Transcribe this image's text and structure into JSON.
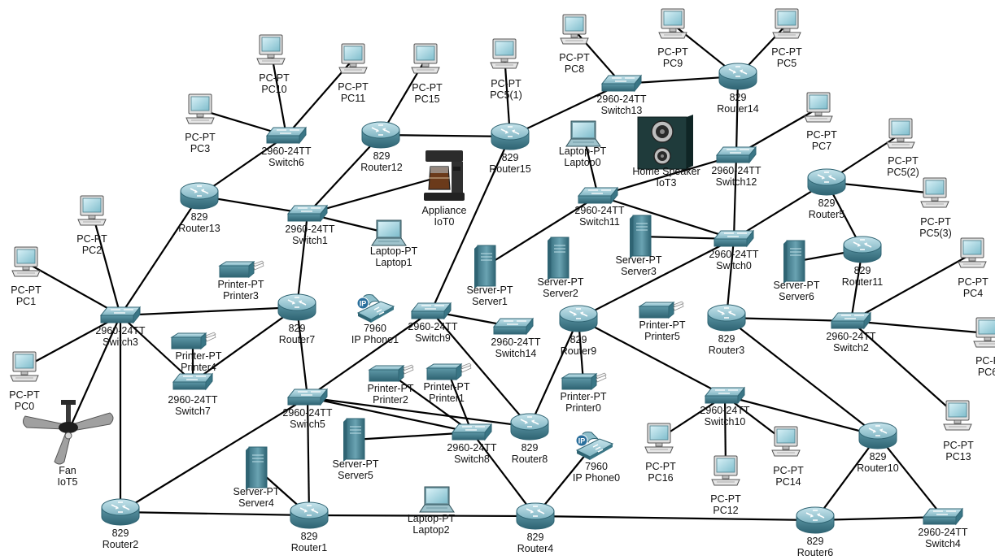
{
  "nodes": [
    {
      "id": "PC0",
      "type": "pc",
      "model": "PC-PT",
      "name": "PC0"
    },
    {
      "id": "PC1",
      "type": "pc",
      "model": "PC-PT",
      "name": "PC1"
    },
    {
      "id": "PC2",
      "type": "pc",
      "model": "PC-PT",
      "name": "PC2"
    },
    {
      "id": "PC3",
      "type": "pc",
      "model": "PC-PT",
      "name": "PC3"
    },
    {
      "id": "PC10",
      "type": "pc",
      "model": "PC-PT",
      "name": "PC10"
    },
    {
      "id": "PC11",
      "type": "pc",
      "model": "PC-PT",
      "name": "PC11"
    },
    {
      "id": "PC15",
      "type": "pc",
      "model": "PC-PT",
      "name": "PC15"
    },
    {
      "id": "PC51",
      "type": "pc",
      "model": "PC-PT",
      "name": "PC5(1)"
    },
    {
      "id": "PC8",
      "type": "pc",
      "model": "PC-PT",
      "name": "PC8"
    },
    {
      "id": "PC9",
      "type": "pc",
      "model": "PC-PT",
      "name": "PC9"
    },
    {
      "id": "PC5",
      "type": "pc",
      "model": "PC-PT",
      "name": "PC5"
    },
    {
      "id": "PC7",
      "type": "pc",
      "model": "PC-PT",
      "name": "PC7"
    },
    {
      "id": "PC52",
      "type": "pc",
      "model": "PC-PT",
      "name": "PC5(2)"
    },
    {
      "id": "PC53",
      "type": "pc",
      "model": "PC-PT",
      "name": "PC5(3)"
    },
    {
      "id": "PC4",
      "type": "pc",
      "model": "PC-PT",
      "name": "PC4"
    },
    {
      "id": "PC6",
      "type": "pc",
      "model": "PC-P",
      "name": "PC6"
    },
    {
      "id": "PC13",
      "type": "pc",
      "model": "PC-PT",
      "name": "PC13"
    },
    {
      "id": "PC16",
      "type": "pc",
      "model": "PC-PT",
      "name": "PC16"
    },
    {
      "id": "PC12",
      "type": "pc",
      "model": "PC-PT",
      "name": "PC12"
    },
    {
      "id": "PC14",
      "type": "pc",
      "model": "PC-PT",
      "name": "PC14"
    },
    {
      "id": "Switch0",
      "type": "switch",
      "model": "2960-24TT",
      "name": "Switch0"
    },
    {
      "id": "Switch1",
      "type": "switch",
      "model": "2960-24TT",
      "name": "Switch1"
    },
    {
      "id": "Switch2",
      "type": "switch",
      "model": "2960-24TT",
      "name": "Switch2"
    },
    {
      "id": "Switch3",
      "type": "switch",
      "model": "2960-24TT",
      "name": "Switch3"
    },
    {
      "id": "Switch4",
      "type": "switch",
      "model": "2960-24TT",
      "name": "Switch4"
    },
    {
      "id": "Switch5",
      "type": "switch",
      "model": "2960-24TT",
      "name": "Switch5"
    },
    {
      "id": "Switch6",
      "type": "switch",
      "model": "2960-24TT",
      "name": "Switch6"
    },
    {
      "id": "Switch7",
      "type": "switch",
      "model": "2960-24TT",
      "name": "Switch7"
    },
    {
      "id": "Switch8",
      "type": "switch",
      "model": "2960-24TT",
      "name": "Switch8"
    },
    {
      "id": "Switch9",
      "type": "switch",
      "model": "2960-24TT",
      "name": "Switch9"
    },
    {
      "id": "Switch10",
      "type": "switch",
      "model": "2960-24TT",
      "name": "Switch10"
    },
    {
      "id": "Switch11",
      "type": "switch",
      "model": "2960-24TT",
      "name": "Switch11"
    },
    {
      "id": "Switch12",
      "type": "switch",
      "model": "2960-24TT",
      "name": "Switch12"
    },
    {
      "id": "Switch13",
      "type": "switch",
      "model": "2960-24TT",
      "name": "Switch13"
    },
    {
      "id": "Switch14",
      "type": "switch",
      "model": "2960-24TT",
      "name": "Switch14"
    },
    {
      "id": "Router1",
      "type": "router",
      "model": "829",
      "name": "Router1"
    },
    {
      "id": "Router2",
      "type": "router",
      "model": "829",
      "name": "Router2"
    },
    {
      "id": "Router3",
      "type": "router",
      "model": "829",
      "name": "Router3"
    },
    {
      "id": "Router4",
      "type": "router",
      "model": "829",
      "name": "Router4"
    },
    {
      "id": "Router5",
      "type": "router",
      "model": "829",
      "name": "Router5"
    },
    {
      "id": "Router6",
      "type": "router",
      "model": "829",
      "name": "Router6"
    },
    {
      "id": "Router7",
      "type": "router",
      "model": "829",
      "name": "Router7"
    },
    {
      "id": "Router8",
      "type": "router",
      "model": "829",
      "name": "Router8"
    },
    {
      "id": "Router9",
      "type": "router",
      "model": "829",
      "name": "Router9"
    },
    {
      "id": "Router10",
      "type": "router",
      "model": "829",
      "name": "Router10"
    },
    {
      "id": "Router11",
      "type": "router",
      "model": "829",
      "name": "Router11"
    },
    {
      "id": "Router12",
      "type": "router",
      "model": "829",
      "name": "Router12"
    },
    {
      "id": "Router13",
      "type": "router",
      "model": "829",
      "name": "Router13"
    },
    {
      "id": "Router14",
      "type": "router",
      "model": "829",
      "name": "Router14"
    },
    {
      "id": "Router15",
      "type": "router",
      "model": "829",
      "name": "Router15"
    },
    {
      "id": "Server1",
      "type": "server",
      "model": "Server-PT",
      "name": "Server1"
    },
    {
      "id": "Server2",
      "type": "server",
      "model": "Server-PT",
      "name": "Server2"
    },
    {
      "id": "Server3",
      "type": "server",
      "model": "Server-PT",
      "name": "Server3"
    },
    {
      "id": "Server4",
      "type": "server",
      "model": "Server-PT",
      "name": "Server4"
    },
    {
      "id": "Server5",
      "type": "server",
      "model": "Server-PT",
      "name": "Server5"
    },
    {
      "id": "Server6",
      "type": "server",
      "model": "Server-PT",
      "name": "Server6"
    },
    {
      "id": "Printer0",
      "type": "printer",
      "model": "Printer-PT",
      "name": "Printer0"
    },
    {
      "id": "Printer1",
      "type": "printer",
      "model": "Printer-PT",
      "name": "Printer1"
    },
    {
      "id": "Printer2",
      "type": "printer",
      "model": "Printer-PT",
      "name": "Printer2"
    },
    {
      "id": "Printer3",
      "type": "printer",
      "model": "Printer-PT",
      "name": "Printer3"
    },
    {
      "id": "Printer4",
      "type": "printer",
      "model": "Printer-PT",
      "name": "Printer4"
    },
    {
      "id": "Printer5",
      "type": "printer",
      "model": "Printer-PT",
      "name": "Printer5"
    },
    {
      "id": "Laptop0",
      "type": "laptop",
      "model": "Laptop-PT",
      "name": "Laptop0"
    },
    {
      "id": "Laptop1",
      "type": "laptop",
      "model": "Laptop-PT",
      "name": "Laptop1"
    },
    {
      "id": "Laptop2",
      "type": "laptop",
      "model": "Laptop-PT",
      "name": "Laptop2"
    },
    {
      "id": "IPPhone0",
      "type": "phone",
      "model": "7960",
      "name": "IP Phone0"
    },
    {
      "id": "IPPhone1",
      "type": "phone",
      "model": "7960",
      "name": "IP Phone1"
    },
    {
      "id": "IoT0",
      "type": "appliance",
      "model": "Appliance",
      "name": "IoT0"
    },
    {
      "id": "IoT3",
      "type": "speaker",
      "model": "Home Speaker",
      "name": "IoT3"
    },
    {
      "id": "IoT5",
      "type": "fan",
      "model": "Fan",
      "name": "IoT5"
    }
  ],
  "links": [
    [
      "PC10",
      "Switch6"
    ],
    [
      "PC11",
      "Switch6"
    ],
    [
      "PC3",
      "Switch6"
    ],
    [
      "Switch6",
      "Router13"
    ],
    [
      "PC15",
      "Router12"
    ],
    [
      "Router12",
      "Router15"
    ],
    [
      "Router12",
      "Switch1"
    ],
    [
      "PC51",
      "Router15"
    ],
    [
      "Router15",
      "Switch13"
    ],
    [
      "PC8",
      "Switch13"
    ],
    [
      "Switch13",
      "Router14"
    ],
    [
      "PC9",
      "Router14"
    ],
    [
      "PC5",
      "Router14"
    ],
    [
      "Router14",
      "Switch12"
    ],
    [
      "PC7",
      "Switch12"
    ],
    [
      "Switch12",
      "Switch0"
    ],
    [
      "Switch12",
      "Switch11"
    ],
    [
      "Switch11",
      "Laptop0"
    ],
    [
      "Switch11",
      "Server1"
    ],
    [
      "Switch11",
      "Switch0"
    ],
    [
      "Server3",
      "Switch0"
    ],
    [
      "Switch0",
      "Router5"
    ],
    [
      "Switch0",
      "Router9"
    ],
    [
      "Switch0",
      "Router3"
    ],
    [
      "Router5",
      "PC52"
    ],
    [
      "Router5",
      "PC53"
    ],
    [
      "Router5",
      "Router11"
    ],
    [
      "Server6",
      "Router11"
    ],
    [
      "Router11",
      "Switch2"
    ],
    [
      "Switch2",
      "PC4"
    ],
    [
      "Switch2",
      "PC6"
    ],
    [
      "Switch2",
      "PC13"
    ],
    [
      "Switch2",
      "Router3"
    ],
    [
      "Router3",
      "Router10"
    ],
    [
      "Router10",
      "Switch10"
    ],
    [
      "Router10",
      "Router6"
    ],
    [
      "Router10",
      "Switch4"
    ],
    [
      "Router6",
      "Router4"
    ],
    [
      "Router6",
      "Switch4"
    ],
    [
      "Switch10",
      "PC16"
    ],
    [
      "Switch10",
      "PC12"
    ],
    [
      "Switch10",
      "PC14"
    ],
    [
      "Switch10",
      "Router9"
    ],
    [
      "Router9",
      "Printer0"
    ],
    [
      "Router9",
      "Router8"
    ],
    [
      "Switch9",
      "Switch14"
    ],
    [
      "Switch9",
      "Router8"
    ],
    [
      "Switch9",
      "Switch5"
    ],
    [
      "Switch9",
      "Router15"
    ],
    [
      "Router13",
      "Switch1"
    ],
    [
      "Router13",
      "Switch3"
    ],
    [
      "Switch1",
      "Laptop1"
    ],
    [
      "Switch1",
      "Router7"
    ],
    [
      "Switch1",
      "IoT0"
    ],
    [
      "Router7",
      "Switch3"
    ],
    [
      "Router7",
      "Switch5"
    ],
    [
      "Router7",
      "Switch7"
    ],
    [
      "Switch3",
      "PC2"
    ],
    [
      "Switch3",
      "PC1"
    ],
    [
      "Switch3",
      "PC0"
    ],
    [
      "Switch3",
      "Switch7"
    ],
    [
      "Switch3",
      "Router2"
    ],
    [
      "Switch3",
      "IoT5"
    ],
    [
      "Switch5",
      "Router1"
    ],
    [
      "Switch5",
      "Router2"
    ],
    [
      "Switch5",
      "Switch8"
    ],
    [
      "Switch5",
      "Router8"
    ],
    [
      "Switch8",
      "Server5"
    ],
    [
      "Switch8",
      "Printer2"
    ],
    [
      "Switch8",
      "Printer1"
    ],
    [
      "Switch8",
      "Router4"
    ],
    [
      "Router2",
      "Router1"
    ],
    [
      "Router1",
      "Router4"
    ],
    [
      "Router4",
      "IPPhone0"
    ],
    [
      "Server4",
      "Router1"
    ],
    [
      "Switch7",
      "Printer4"
    ]
  ],
  "colors": {
    "device_teal": "#5f9aa8",
    "device_teal_light": "#a9d2dc",
    "device_teal_dark": "#2f6473",
    "pc_gray": "#e3e3e3",
    "speaker_green": "#1f3b3b",
    "link": "#000000"
  }
}
